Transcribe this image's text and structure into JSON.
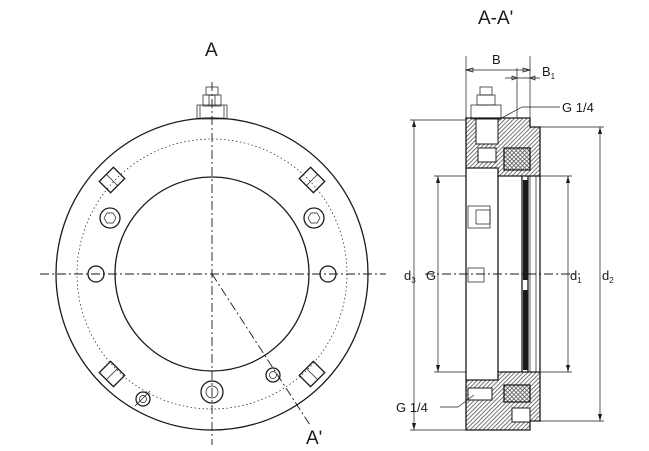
{
  "front_view": {
    "section_marker_top": "A",
    "section_marker_bottom": "A'"
  },
  "section_view": {
    "title": "A-A'",
    "labels": {
      "B": "B",
      "B1_main": "B",
      "B1_sub": "1",
      "G_quarter_top": "G 1/4",
      "G_quarter_bottom": "G 1/4",
      "d3_main": "d",
      "d3_sub": "3",
      "G": "G",
      "d1_main": "d",
      "d1_sub": "1",
      "d2_main": "d",
      "d2_sub": "2"
    }
  },
  "colors": {
    "line": "#1a1a1a",
    "hatch": "#555555",
    "background": "#ffffff"
  }
}
